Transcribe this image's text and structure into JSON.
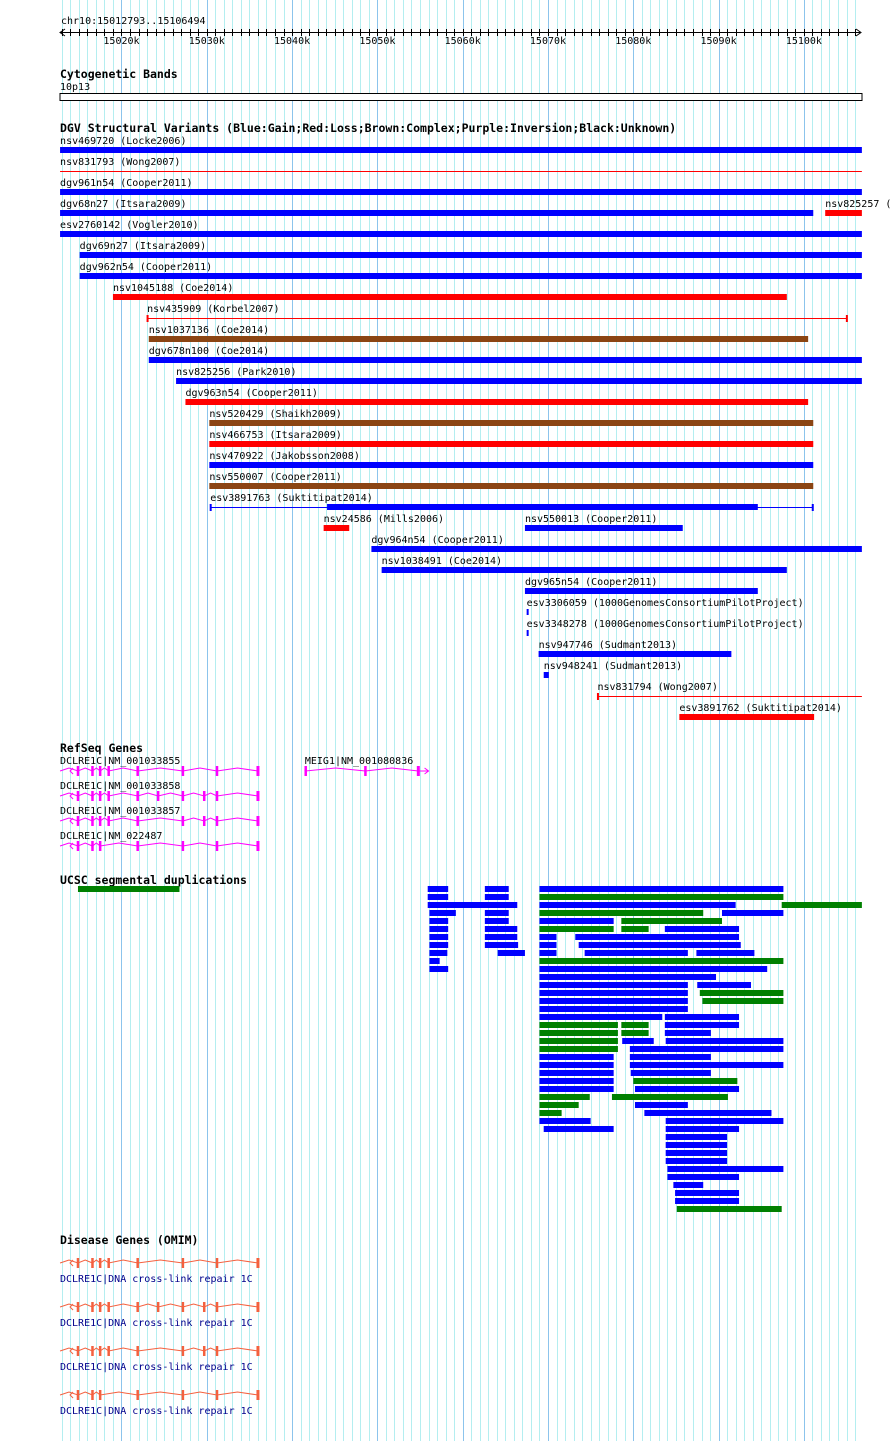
{
  "ruler": {
    "position_label": "chr10:15012793..15106494",
    "start_kb": 15012.793,
    "end_kb": 15106.494,
    "tick_labels": [
      "15020k",
      "15030k",
      "15040k",
      "15050k",
      "15060k",
      "15070k",
      "15080k",
      "15090k",
      "15100k"
    ]
  },
  "colors": {
    "blue": "#0000ff",
    "red": "#ff0000",
    "brown": "#8b4513",
    "green": "#008000",
    "refseq": "#ff00ff",
    "omim": "#f4603e",
    "omim_label": "#00008b",
    "grid_minor": "#b4eef0",
    "grid_major": "#8cc4ec"
  },
  "cytoband": {
    "title": "Cytogenetic Bands",
    "band": "10p13"
  },
  "dgv": {
    "title": "DGV Structural Variants (Blue:Gain;Red:Loss;Brown:Complex;Purple:Inversion;Black:Unknown)",
    "rows": [
      [
        {
          "label": "nsv469720 (Locke2006)",
          "start": 15012.8,
          "end": 15106.8,
          "color": "blue",
          "style": "thick"
        }
      ],
      [
        {
          "label": "nsv831793 (Wong2007)",
          "start": 15012.8,
          "end": 15106.8,
          "color": "red",
          "style": "thin"
        }
      ],
      [
        {
          "label": "dgv961n54 (Cooper2011)",
          "start": 15012.8,
          "end": 15106.8,
          "color": "blue",
          "style": "thick"
        }
      ],
      [
        {
          "label": "dgv68n27 (Itsara2009)",
          "start": 15012.8,
          "end": 15101.1,
          "color": "blue",
          "style": "thick"
        },
        {
          "label": "nsv825257 (",
          "start": 15102.5,
          "end": 15106.8,
          "color": "red",
          "style": "thick"
        }
      ],
      [
        {
          "label": "esv2760142 (Vogler2010)",
          "start": 15012.8,
          "end": 15106.8,
          "color": "blue",
          "style": "thick"
        }
      ],
      [
        {
          "label": "dgv69n27 (Itsara2009)",
          "start": 15015.1,
          "end": 15106.8,
          "color": "blue",
          "style": "thick"
        }
      ],
      [
        {
          "label": "dgv962n54 (Cooper2011)",
          "start": 15015.1,
          "end": 15106.8,
          "color": "blue",
          "style": "thick"
        }
      ],
      [
        {
          "label": "nsv1045188 (Coe2014)",
          "start": 15019.0,
          "end": 15098.0,
          "color": "red",
          "style": "thick"
        }
      ],
      [
        {
          "label": "nsv435909 (Korbel2007)",
          "start": 15023.0,
          "end": 15105.1,
          "color": "red",
          "style": "thin-ticks"
        }
      ],
      [
        {
          "label": "nsv1037136 (Coe2014)",
          "start": 15023.2,
          "end": 15100.5,
          "color": "brown",
          "style": "thick"
        }
      ],
      [
        {
          "label": "dgv678n100 (Coe2014)",
          "start": 15023.2,
          "end": 15106.8,
          "color": "blue",
          "style": "thick"
        }
      ],
      [
        {
          "label": "nsv825256 (Park2010)",
          "start": 15026.4,
          "end": 15106.8,
          "color": "blue",
          "style": "thick"
        }
      ],
      [
        {
          "label": "dgv963n54 (Cooper2011)",
          "start": 15027.5,
          "end": 15100.5,
          "color": "red",
          "style": "thick"
        }
      ],
      [
        {
          "label": "nsv520429 (Shaikh2009)",
          "start": 15030.3,
          "end": 15101.1,
          "color": "brown",
          "style": "thick"
        }
      ],
      [
        {
          "label": "nsv466753 (Itsara2009)",
          "start": 15030.3,
          "end": 15101.1,
          "color": "red",
          "style": "thick"
        }
      ],
      [
        {
          "label": "nsv470922 (Jakobsson2008)",
          "start": 15030.3,
          "end": 15101.1,
          "color": "blue",
          "style": "thick"
        }
      ],
      [
        {
          "label": "nsv550007 (Cooper2011)",
          "start": 15030.3,
          "end": 15101.1,
          "color": "brown",
          "style": "thick"
        }
      ],
      [
        {
          "label": "esv3891763 (Suktitipat2014)",
          "start": 15030.4,
          "end": 15101.1,
          "thick_start": 15044.1,
          "thick_end": 15094.6,
          "color": "blue",
          "style": "thin-thick"
        }
      ],
      [
        {
          "label": "nsv24586 (Mills2006)",
          "start": 15043.7,
          "end": 15046.7,
          "color": "red",
          "style": "thick"
        },
        {
          "label": "nsv550013 (Cooper2011)",
          "start": 15067.3,
          "end": 15085.8,
          "color": "blue",
          "style": "thick"
        }
      ],
      [
        {
          "label": "dgv964n54 (Cooper2011)",
          "start": 15049.3,
          "end": 15106.8,
          "color": "blue",
          "style": "thick"
        }
      ],
      [
        {
          "label": "nsv1038491 (Coe2014)",
          "start": 15050.5,
          "end": 15098.0,
          "color": "blue",
          "style": "thick"
        }
      ],
      [
        {
          "label": "dgv965n54 (Cooper2011)",
          "start": 15067.3,
          "end": 15094.6,
          "color": "blue",
          "style": "thick"
        }
      ],
      [
        {
          "label": "esv3306059 (1000GenomesConsortiumPilotProject)",
          "start": 15067.5,
          "end": 15067.7,
          "color": "blue",
          "style": "thick"
        }
      ],
      [
        {
          "label": "esv3348278 (1000GenomesConsortiumPilotProject)",
          "start": 15067.5,
          "end": 15067.7,
          "color": "blue",
          "style": "thick"
        }
      ],
      [
        {
          "label": "nsv947746 (Sudmant2013)",
          "start": 15068.9,
          "end": 15091.5,
          "color": "blue",
          "style": "thick"
        }
      ],
      [
        {
          "label": "nsv948241 (Sudmant2013)",
          "start": 15069.5,
          "end": 15070.1,
          "color": "blue",
          "style": "thick"
        }
      ],
      [
        {
          "label": "nsv831794 (Wong2007)",
          "start": 15075.8,
          "end": 15106.8,
          "color": "red",
          "style": "thin-start-tick"
        }
      ],
      [
        {
          "label": "esv3891762 (Suktitipat2014)",
          "start": 15085.4,
          "end": 15101.2,
          "color": "red",
          "style": "thick"
        }
      ]
    ]
  },
  "refseq": {
    "title": "RefSeq Genes",
    "genes": [
      {
        "label": "DCLRE1C|NM_001033855",
        "strand": "-",
        "start": 15012.8,
        "end": 15036.1,
        "exons": [
          15014.9,
          15016.6,
          15017.5,
          15018.5,
          15021.9,
          15027.2,
          15031.2,
          15036.0
        ],
        "row": 0
      },
      {
        "label": "MEIG1|NM_001080836",
        "strand": "+",
        "start": 15041.5,
        "end": 15056.0,
        "exons": [
          15041.6,
          15048.6,
          15054.8
        ],
        "row": 0
      },
      {
        "label": "DCLRE1C|NM_001033858",
        "strand": "-",
        "start": 15012.8,
        "end": 15036.1,
        "exons": [
          15014.9,
          15016.6,
          15017.5,
          15018.5,
          15021.9,
          15024.3,
          15027.2,
          15029.7,
          15031.2,
          15036.0
        ],
        "row": 1
      },
      {
        "label": "DCLRE1C|NM_001033857",
        "strand": "-",
        "start": 15012.8,
        "end": 15036.1,
        "exons": [
          15014.9,
          15016.6,
          15017.5,
          15018.5,
          15021.9,
          15027.2,
          15029.7,
          15031.2,
          15036.0
        ],
        "row": 2
      },
      {
        "label": "DCLRE1C|NM_022487",
        "strand": "-",
        "start": 15012.8,
        "end": 15036.1,
        "exons": [
          15014.9,
          15016.6,
          15017.5,
          15021.9,
          15027.2,
          15031.2,
          15036.0
        ],
        "row": 3
      }
    ]
  },
  "segdups": {
    "title": "UCSC segmental duplications",
    "rows": [
      [
        [
          15014.9,
          15026.8,
          "green"
        ],
        [
          15055.9,
          15058.3,
          "blue"
        ],
        [
          15062.6,
          15065.4,
          "blue"
        ],
        [
          15069.0,
          15097.6,
          "blue"
        ]
      ],
      [
        [
          15055.9,
          15058.3,
          "blue"
        ],
        [
          15062.6,
          15065.4,
          "blue"
        ],
        [
          15069.0,
          15097.6,
          "green"
        ]
      ],
      [
        [
          15055.9,
          15066.4,
          "blue"
        ],
        [
          15069.0,
          15092.0,
          "blue"
        ],
        [
          15097.4,
          15106.8,
          "green"
        ]
      ],
      [
        [
          15056.1,
          15059.2,
          "blue"
        ],
        [
          15062.6,
          15065.4,
          "blue"
        ],
        [
          15069.0,
          15088.2,
          "green"
        ],
        [
          15090.4,
          15097.6,
          "blue"
        ]
      ],
      [
        [
          15056.1,
          15058.3,
          "blue"
        ],
        [
          15062.6,
          15065.4,
          "blue"
        ],
        [
          15069.0,
          15077.7,
          "blue"
        ],
        [
          15078.6,
          15090.4,
          "green"
        ]
      ],
      [
        [
          15056.1,
          15058.3,
          "blue"
        ],
        [
          15062.6,
          15066.4,
          "blue"
        ],
        [
          15069.0,
          15077.7,
          "green"
        ],
        [
          15078.6,
          15081.8,
          "green"
        ],
        [
          15083.7,
          15092.4,
          "blue"
        ]
      ],
      [
        [
          15056.1,
          15058.3,
          "blue"
        ],
        [
          15062.6,
          15066.4,
          "blue"
        ],
        [
          15069.0,
          15071.0,
          "blue"
        ],
        [
          15073.2,
          15092.4,
          "blue"
        ]
      ],
      [
        [
          15056.1,
          15058.3,
          "blue"
        ],
        [
          15062.6,
          15066.5,
          "blue"
        ],
        [
          15069.0,
          15071.0,
          "blue"
        ],
        [
          15073.6,
          15092.6,
          "blue"
        ]
      ],
      [
        [
          15056.1,
          15058.2,
          "blue"
        ],
        [
          15064.1,
          15067.3,
          "blue"
        ],
        [
          15069.0,
          15071.0,
          "blue"
        ],
        [
          15074.3,
          15086.4,
          "blue"
        ],
        [
          15087.4,
          15094.2,
          "blue"
        ]
      ],
      [
        [
          15056.1,
          15057.3,
          "blue"
        ],
        [
          15069.0,
          15097.6,
          "green"
        ]
      ],
      [
        [
          15056.1,
          15058.3,
          "blue"
        ],
        [
          15069.0,
          15095.7,
          "blue"
        ]
      ],
      [
        [
          15069.0,
          15089.7,
          "blue"
        ]
      ],
      [
        [
          15069.0,
          15086.4,
          "blue"
        ],
        [
          15087.5,
          15093.8,
          "blue"
        ]
      ],
      [
        [
          15069.0,
          15086.4,
          "blue"
        ],
        [
          15087.8,
          15097.6,
          "green"
        ]
      ],
      [
        [
          15069.0,
          15086.4,
          "blue"
        ],
        [
          15088.1,
          15097.6,
          "green"
        ]
      ],
      [
        [
          15069.0,
          15086.4,
          "blue"
        ]
      ],
      [
        [
          15069.0,
          15083.4,
          "blue"
        ],
        [
          15083.7,
          15092.4,
          "blue"
        ]
      ],
      [
        [
          15069.0,
          15078.2,
          "green"
        ],
        [
          15078.6,
          15081.8,
          "green"
        ],
        [
          15083.7,
          15092.4,
          "blue"
        ]
      ],
      [
        [
          15069.0,
          15078.2,
          "green"
        ],
        [
          15078.6,
          15081.8,
          "green"
        ],
        [
          15083.7,
          15089.1,
          "blue"
        ]
      ],
      [
        [
          15069.0,
          15078.2,
          "green"
        ],
        [
          15078.7,
          15082.4,
          "blue"
        ],
        [
          15083.8,
          15097.6,
          "blue"
        ]
      ],
      [
        [
          15069.0,
          15078.2,
          "green"
        ],
        [
          15079.6,
          15097.6,
          "blue"
        ]
      ],
      [
        [
          15069.0,
          15077.7,
          "blue"
        ],
        [
          15079.6,
          15089.1,
          "blue"
        ]
      ],
      [
        [
          15069.0,
          15077.7,
          "blue"
        ],
        [
          15079.6,
          15097.6,
          "blue"
        ]
      ],
      [
        [
          15069.0,
          15077.7,
          "blue"
        ],
        [
          15079.7,
          15089.1,
          "blue"
        ]
      ],
      [
        [
          15069.0,
          15077.7,
          "blue"
        ],
        [
          15080.0,
          15092.2,
          "green"
        ]
      ],
      [
        [
          15069.0,
          15077.7,
          "blue"
        ],
        [
          15080.2,
          15092.4,
          "blue"
        ]
      ],
      [
        [
          15069.0,
          15074.9,
          "green"
        ],
        [
          15077.5,
          15091.1,
          "green"
        ]
      ],
      [
        [
          15069.0,
          15073.6,
          "green"
        ],
        [
          15080.2,
          15086.4,
          "blue"
        ]
      ],
      [
        [
          15069.0,
          15071.6,
          "green"
        ],
        [
          15081.3,
          15096.2,
          "blue"
        ]
      ],
      [
        [
          15069.0,
          15075.0,
          "blue"
        ],
        [
          15083.8,
          15097.6,
          "blue"
        ]
      ],
      [
        [
          15069.5,
          15077.7,
          "blue"
        ],
        [
          15083.8,
          15092.4,
          "blue"
        ]
      ],
      [
        [
          15083.8,
          15091.0,
          "blue"
        ]
      ],
      [
        [
          15083.8,
          15091.0,
          "blue"
        ]
      ],
      [
        [
          15083.8,
          15091.0,
          "blue"
        ]
      ],
      [
        [
          15083.8,
          15091.0,
          "blue"
        ]
      ],
      [
        [
          15084.0,
          15097.6,
          "blue"
        ]
      ],
      [
        [
          15084.0,
          15092.4,
          "blue"
        ]
      ],
      [
        [
          15084.7,
          15088.2,
          "blue"
        ]
      ],
      [
        [
          15084.9,
          15092.4,
          "blue"
        ]
      ],
      [
        [
          15084.9,
          15092.4,
          "blue"
        ]
      ],
      [
        [
          15085.1,
          15097.4,
          "green"
        ]
      ]
    ]
  },
  "omim": {
    "title": "Disease Genes (OMIM)",
    "genes": [
      {
        "label": "DCLRE1C|DNA cross-link repair 1C",
        "start": 15012.8,
        "end": 15036.1,
        "exons": [
          15014.9,
          15016.6,
          15017.5,
          15018.5,
          15021.9,
          15027.2,
          15031.2,
          15036.0
        ]
      },
      {
        "label": "DCLRE1C|DNA cross-link repair 1C",
        "start": 15012.8,
        "end": 15036.1,
        "exons": [
          15014.9,
          15016.6,
          15017.5,
          15018.5,
          15021.9,
          15024.3,
          15027.2,
          15029.7,
          15031.2,
          15036.0
        ]
      },
      {
        "label": "DCLRE1C|DNA cross-link repair 1C",
        "start": 15012.8,
        "end": 15036.1,
        "exons": [
          15014.9,
          15016.6,
          15017.5,
          15018.5,
          15021.9,
          15027.2,
          15029.7,
          15031.2,
          15036.0
        ]
      },
      {
        "label": "DCLRE1C|DNA cross-link repair 1C",
        "start": 15012.8,
        "end": 15036.1,
        "exons": [
          15014.9,
          15016.6,
          15017.5,
          15021.9,
          15027.2,
          15031.2,
          15036.0
        ]
      }
    ]
  }
}
